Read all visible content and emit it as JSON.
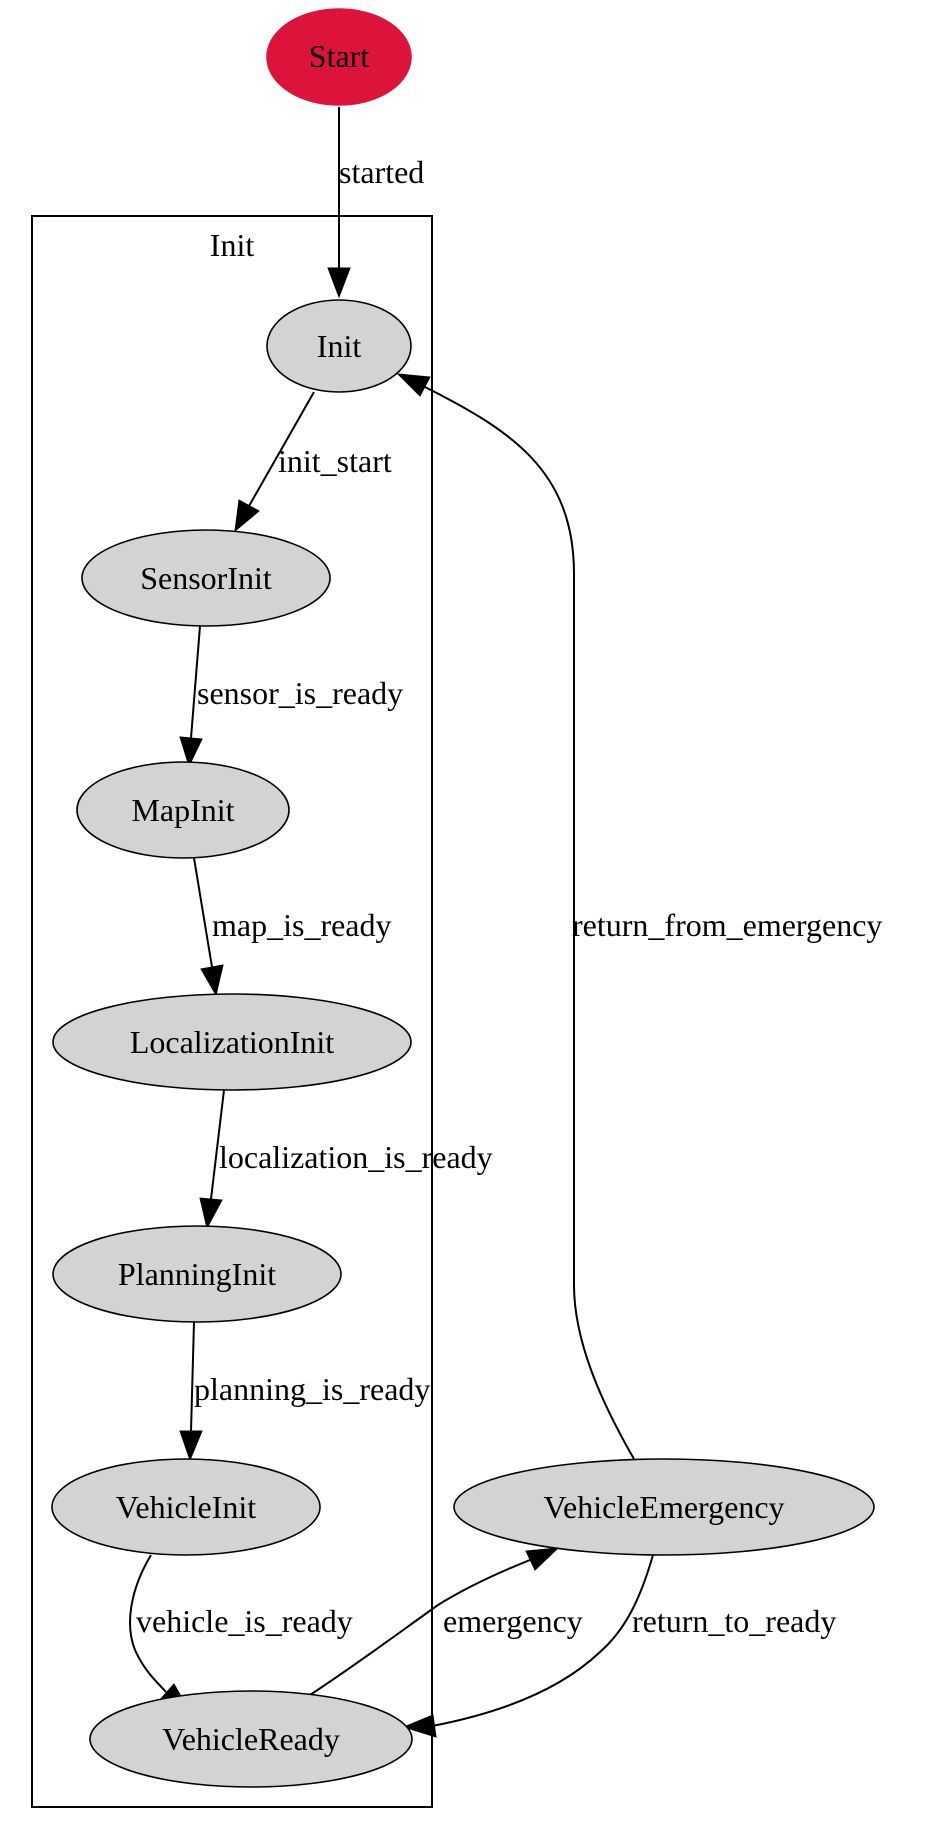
{
  "cluster": {
    "label": "Init"
  },
  "nodes": {
    "start": "Start",
    "init": "Init",
    "sensor_init": "SensorInit",
    "map_init": "MapInit",
    "localization_init": "LocalizationInit",
    "planning_init": "PlanningInit",
    "vehicle_init": "VehicleInit",
    "vehicle_ready": "VehicleReady",
    "vehicle_emergency": "VehicleEmergency"
  },
  "edges": {
    "started": "started",
    "init_start": "init_start",
    "sensor_is_ready": "sensor_is_ready",
    "map_is_ready": "map_is_ready",
    "localization_is_ready": "localization_is_ready",
    "planning_is_ready": "planning_is_ready",
    "vehicle_is_ready": "vehicle_is_ready",
    "emergency": "emergency",
    "return_to_ready": "return_to_ready",
    "return_from_emergency": "return_from_emergency"
  },
  "colors": {
    "start_fill": "#dc143c",
    "node_fill": "#d3d3d3"
  }
}
